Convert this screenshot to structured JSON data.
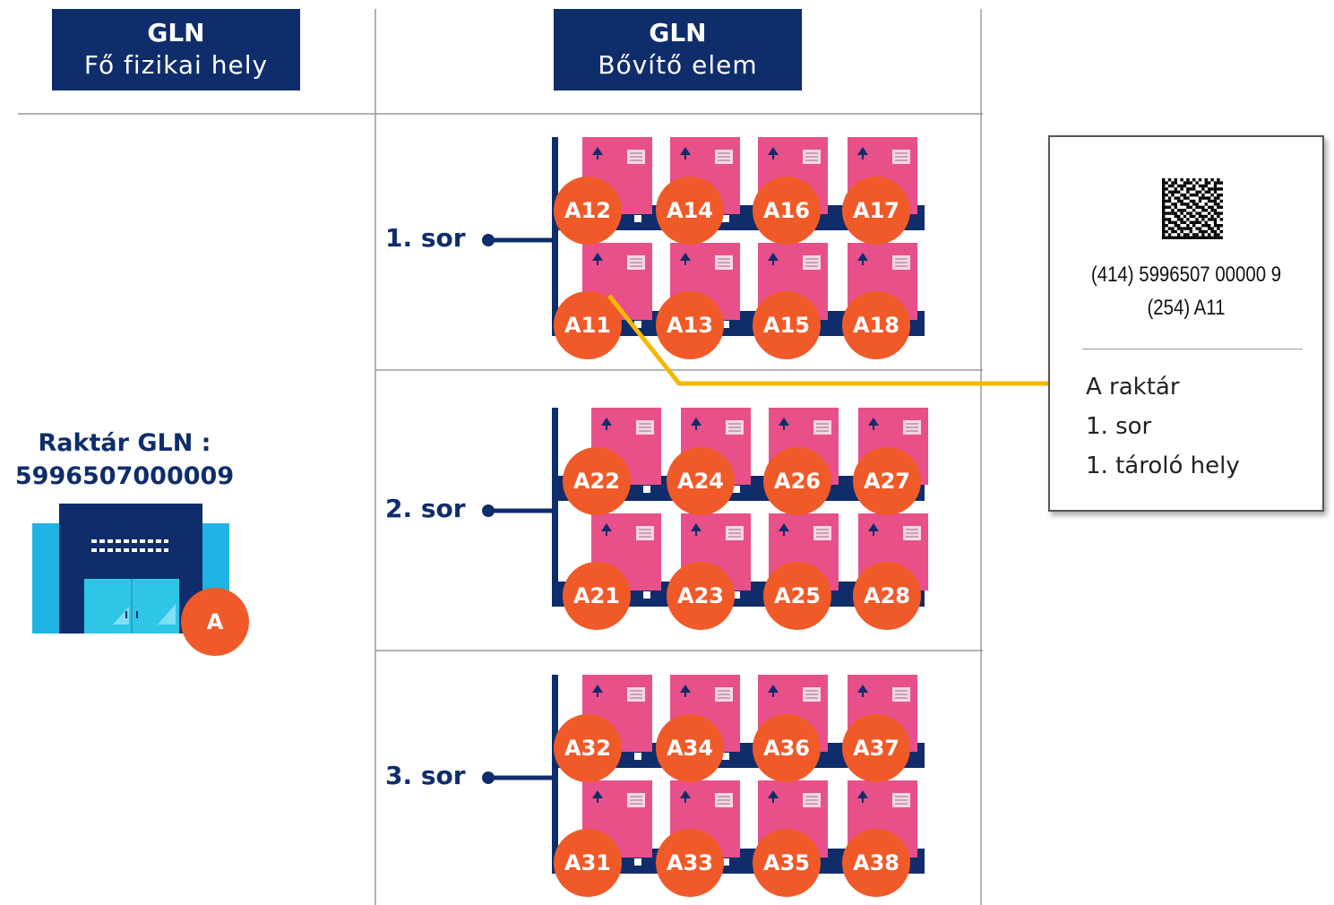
{
  "headers": {
    "main": {
      "title": "GLN",
      "subtitle": "Fő fizikai hely"
    },
    "extension": {
      "title": "GLN",
      "subtitle": "Bővítő elem"
    }
  },
  "warehouse": {
    "title": "Raktár GLN :",
    "gln": "5996507000009",
    "badge": "A"
  },
  "rows": [
    {
      "label": "1. sor",
      "top": [
        "A12",
        "A14",
        "A16",
        "A17"
      ],
      "bottom": [
        "A11",
        "A13",
        "A15",
        "A18"
      ]
    },
    {
      "label": "2. sor",
      "top": [
        "A22",
        "A24",
        "A26",
        "A27"
      ],
      "bottom": [
        "A21",
        "A23",
        "A25",
        "A28"
      ]
    },
    {
      "label": "3. sor",
      "top": [
        "A32",
        "A34",
        "A36",
        "A37"
      ],
      "bottom": [
        "A31",
        "A33",
        "A35",
        "A38"
      ]
    }
  ],
  "label_card": {
    "code_line_1": "(414) 5996507 00000 9",
    "code_line_2": "(254) A11",
    "desc_line_1": "A raktár",
    "desc_line_2": "1.  sor",
    "desc_line_3": "1. tároló hely"
  },
  "colors": {
    "navy": "#0f2d6b",
    "box_pink": "#e8508a",
    "label_orange": "#f05a28",
    "warehouse_blue": "#1fb4e3",
    "connector_yellow": "#f6b800",
    "grid_line": "#9a9a9a"
  }
}
